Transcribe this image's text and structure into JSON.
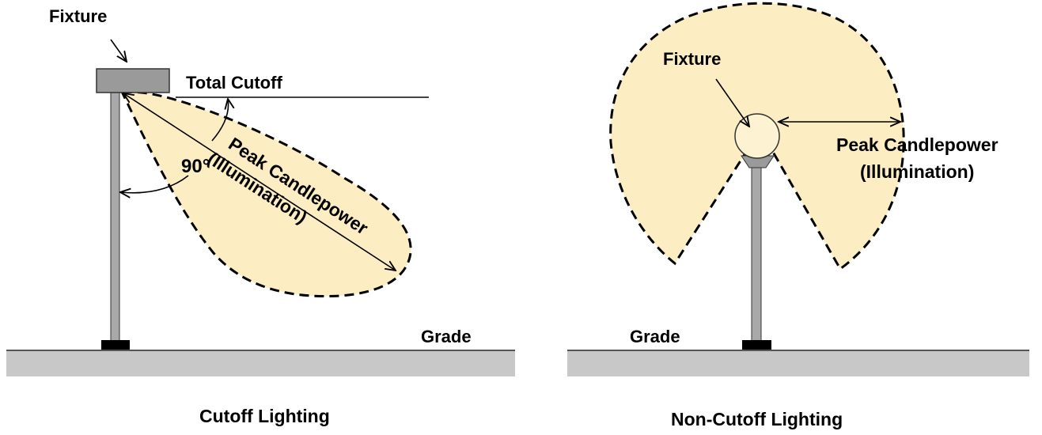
{
  "left": {
    "fixture_label": "Fixture",
    "total_cutoff_label": "Total Cutoff",
    "angle_label": "90°",
    "peak_label_line1": "Peak Candlepower",
    "peak_label_line2": "(Illumination)",
    "grade_label": "Grade",
    "caption": "Cutoff Lighting"
  },
  "right": {
    "fixture_label": "Fixture",
    "peak_label_line1": "Peak Candlepower",
    "peak_label_line2": "(Illumination)",
    "grade_label": "Grade",
    "caption": "Non-Cutoff Lighting"
  },
  "colors": {
    "light_fill": "#fcedc2",
    "ground": "#c8c8c8",
    "pole": "#a9a9a9",
    "fixture": "#9a9a9a"
  }
}
